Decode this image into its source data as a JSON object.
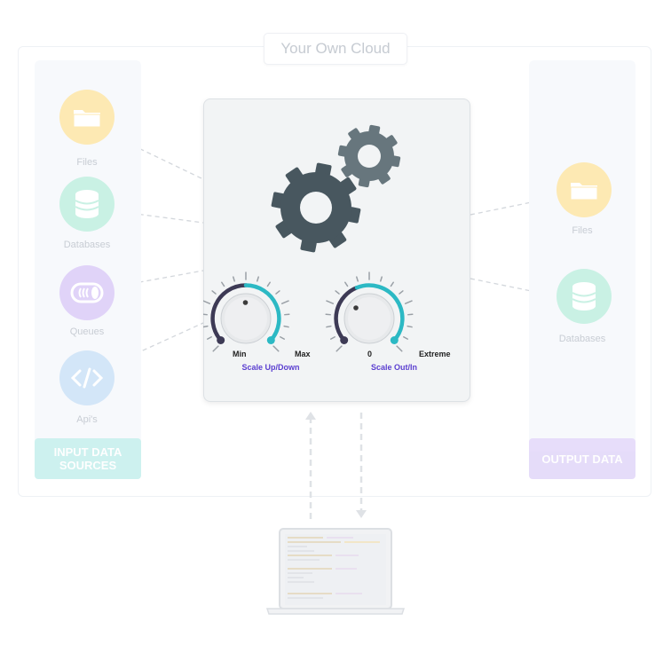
{
  "cloud_title": "Your Own Cloud",
  "input": {
    "footer": "INPUT DATA SOURCES",
    "items": [
      {
        "label": "Files",
        "icon": "folder-icon",
        "color": "#fde9b3"
      },
      {
        "label": "Databases",
        "icon": "database-icon",
        "color": "#c9f1e4"
      },
      {
        "label": "Queues",
        "icon": "queue-icon",
        "color": "#e0d3f8"
      },
      {
        "label": "Api's",
        "icon": "code-icon",
        "color": "#d3e6f8"
      }
    ]
  },
  "output": {
    "footer": "OUTPUT DATA",
    "items": [
      {
        "label": "Files",
        "icon": "folder-icon",
        "color": "#fde9b3"
      },
      {
        "label": "Databases",
        "icon": "database-icon",
        "color": "#c9f1e4"
      }
    ]
  },
  "knobs": [
    {
      "min_label": "Min",
      "max_label": "Max",
      "title": "Scale Up/Down"
    },
    {
      "min_label": "0",
      "max_label": "Extreme",
      "title": "Scale Out/In"
    }
  ],
  "colors": {
    "input_footer": "#c9f1ee",
    "output_footer": "#e4d9f9",
    "gear_dark": "#48575f",
    "gear_light": "#67767d",
    "knob_accent": "#2cb9c4",
    "knob_dark": "#3d3a55",
    "title_purple": "#5b3fd0"
  }
}
